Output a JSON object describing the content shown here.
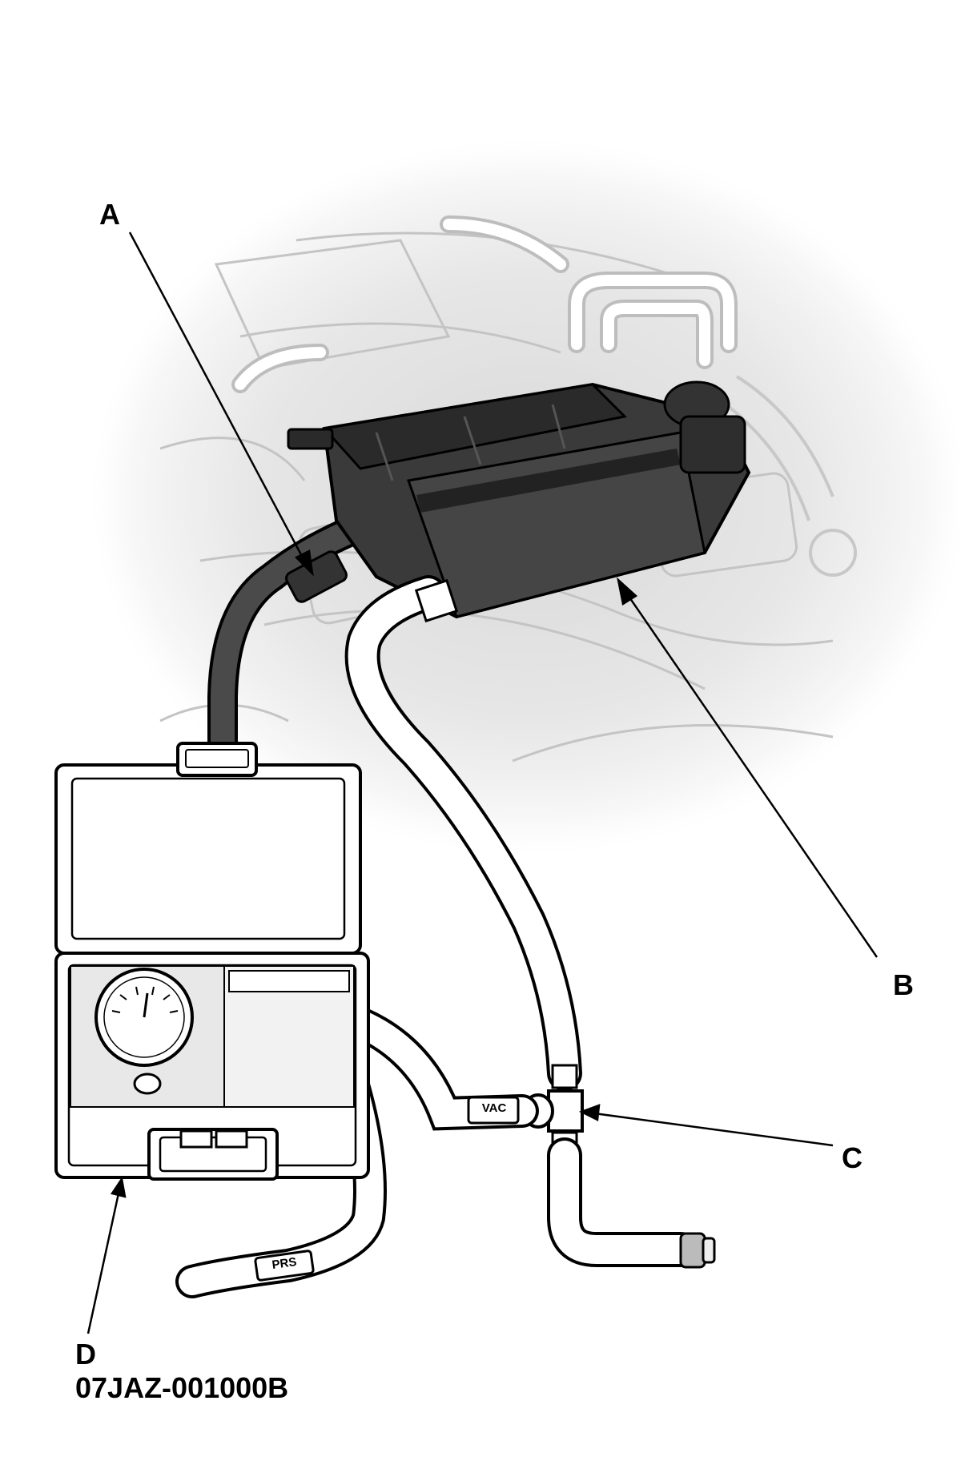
{
  "callouts": {
    "a": "A",
    "b": "B",
    "c": "C",
    "d": "D"
  },
  "tool_part_number": "07JAZ-001000B",
  "hose_labels": {
    "vacuum": "VAC",
    "pressure": "PRS"
  },
  "colors": {
    "ink": "#000000",
    "canister_dark": "#3a3a3a",
    "canister_top": "#2a2a2a",
    "vehicle_background": "#dcdcdc"
  }
}
